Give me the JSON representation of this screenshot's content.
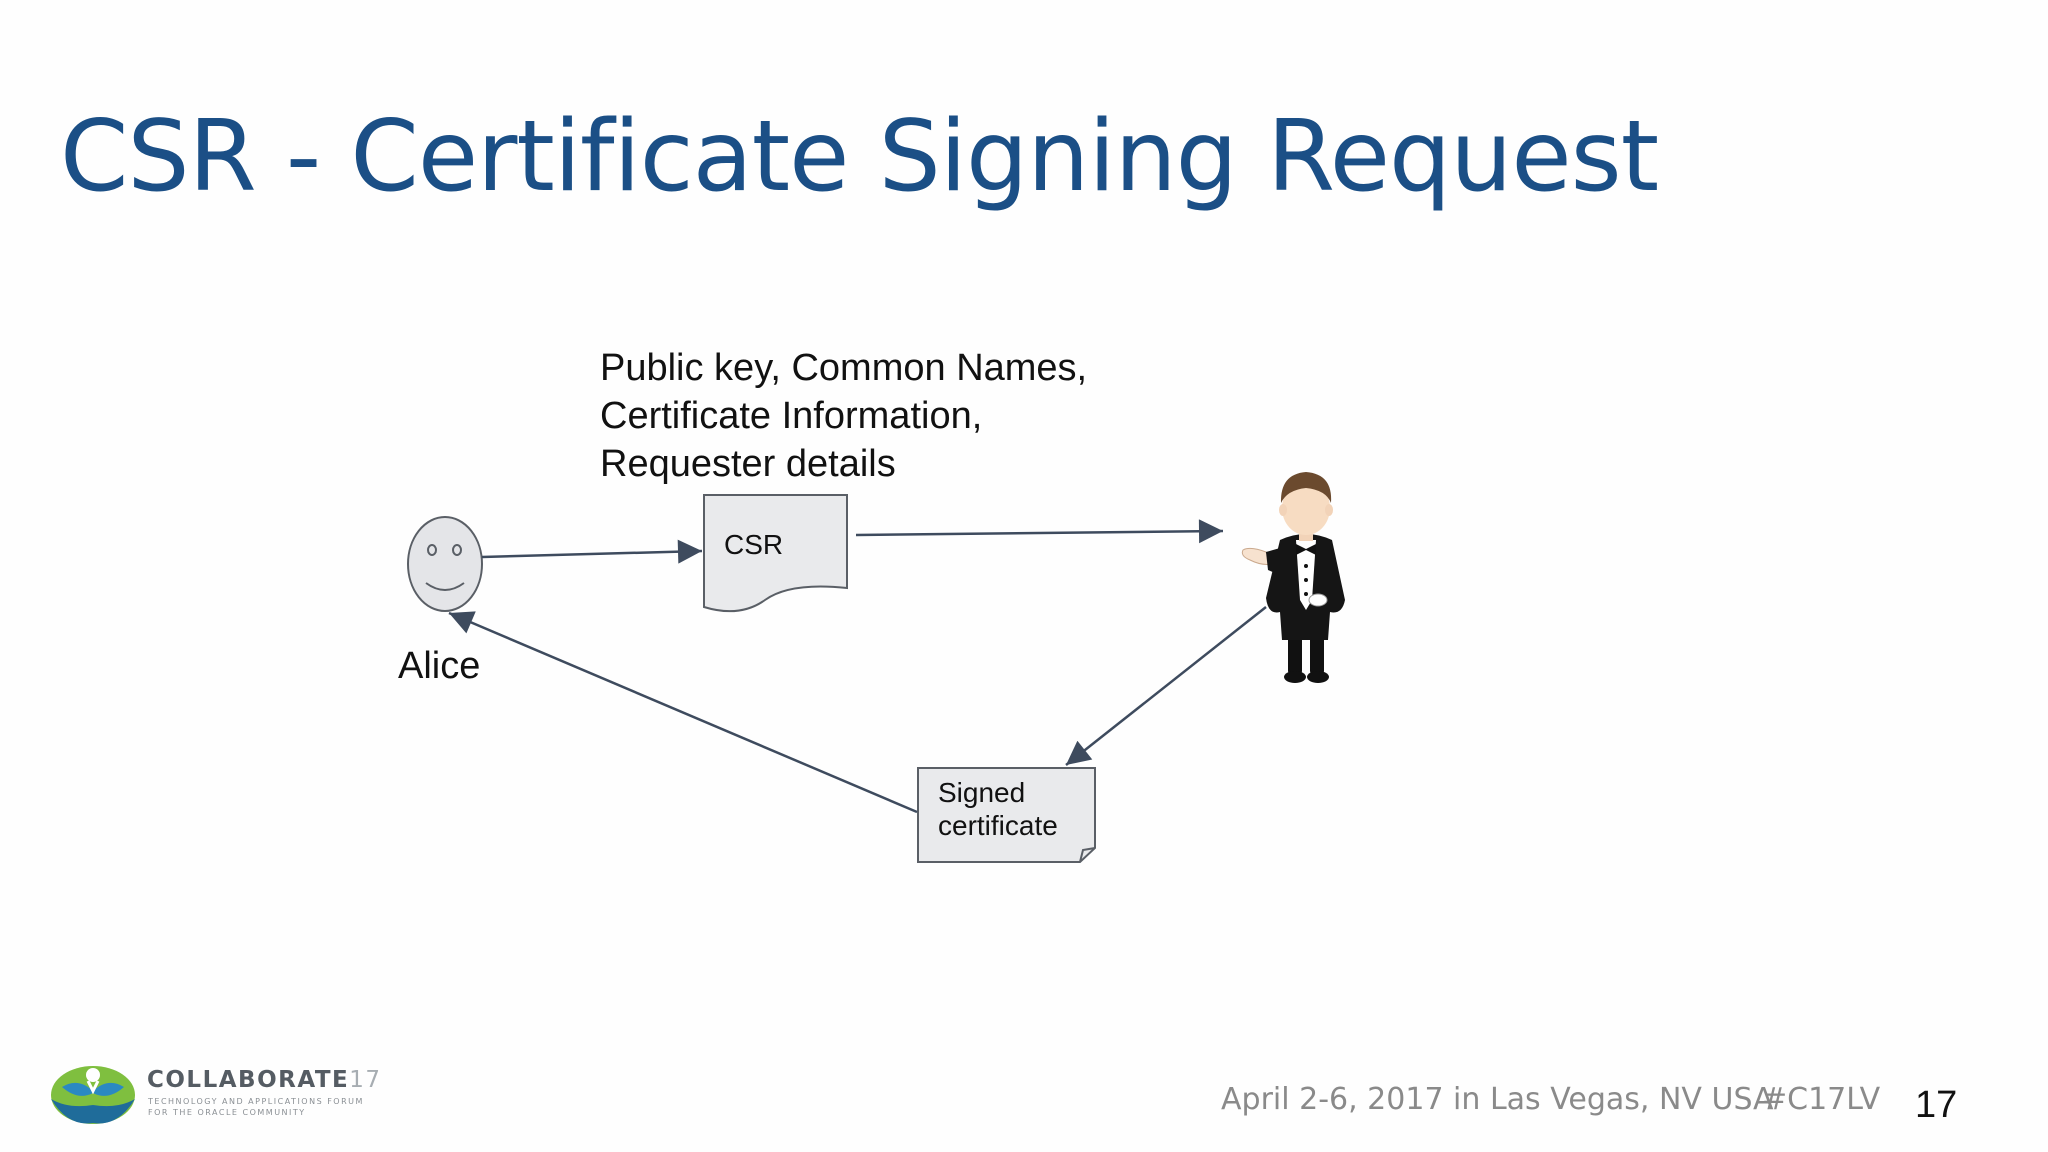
{
  "slide": {
    "title": "CSR - Certificate Signing Request",
    "page_number": "17"
  },
  "diagram": {
    "description_lines": [
      "Public key, Common Names,",
      "Certificate Information,",
      "Requester details"
    ],
    "alice_label": "Alice",
    "csr_label": "CSR",
    "signed_cert_lines": [
      "Signed",
      "certificate"
    ]
  },
  "footer": {
    "event": "April 2-6, 2017 in Las Vegas, NV USA",
    "hashtag": "#C17LV",
    "logo_name": "COLLABORATE",
    "logo_number": "17",
    "logo_tagline_1": "TECHNOLOGY AND APPLICATIONS FORUM",
    "logo_tagline_2": "FOR THE ORACLE COMMUNITY"
  },
  "colors": {
    "title": "#1b4f86",
    "arrow": "#3e4b5e",
    "document_fill": "#e9eaec",
    "face_fill": "#e4e5e8"
  }
}
